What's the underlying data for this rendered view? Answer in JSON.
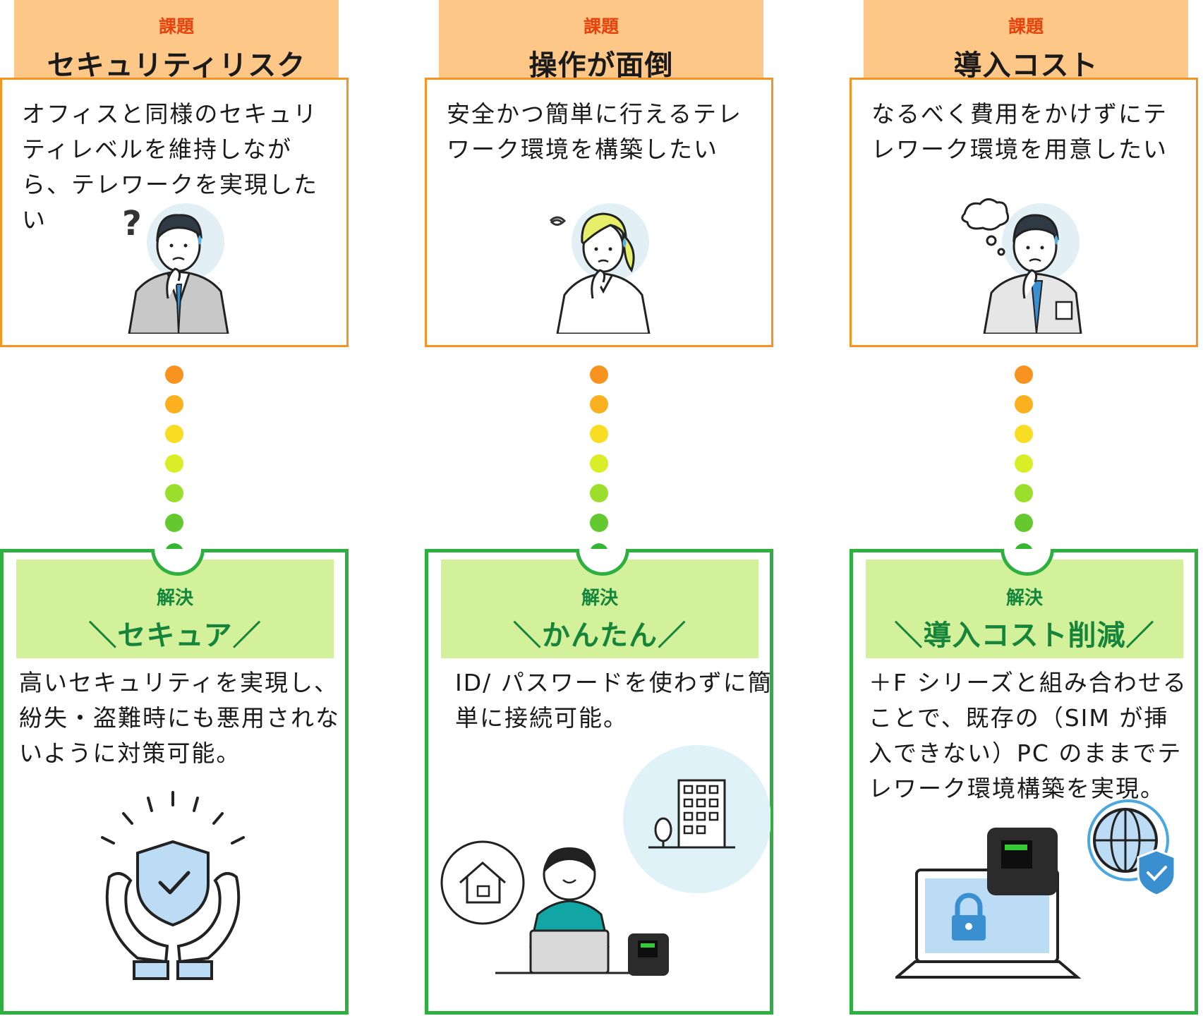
{
  "colors": {
    "issue_accent": "#f7931e",
    "issue_tag": "#e8430e",
    "issue_header_bg": "#fcc787",
    "solution_accent": "#2eb040",
    "solution_text": "#16843a",
    "solution_header_bg": "#d2f19a"
  },
  "columns": [
    {
      "issue_tag": "課題",
      "issue_title": "セキュリティリスク",
      "issue_text": "オフィスと同様のセキュリティレベルを維持しながら、テレワークを実現したい",
      "solution_tag": "解決",
      "solution_title": "＼セキュア／",
      "solution_text": "高いセキュリティを実現し、紛失・盗難時にも悪用されないように対策可能。"
    },
    {
      "issue_tag": "課題",
      "issue_title": "操作が面倒",
      "issue_text": "安全かつ簡単に行えるテレワーク環境を構築したい",
      "solution_tag": "解決",
      "solution_title": "＼かんたん／",
      "solution_text": "ID/ パスワードを使わずに簡単に接続可能。"
    },
    {
      "issue_tag": "課題",
      "issue_title": "導入コスト",
      "issue_text": "なるべく費用をかけずにテレワーク環境を用意したい",
      "solution_tag": "解決",
      "solution_title": "＼導入コスト削減／",
      "solution_text": "＋F シリーズと組み合わせることで、既存の（SIM が挿入できない）PC のままでテレワーク環境構築を実現。"
    }
  ]
}
